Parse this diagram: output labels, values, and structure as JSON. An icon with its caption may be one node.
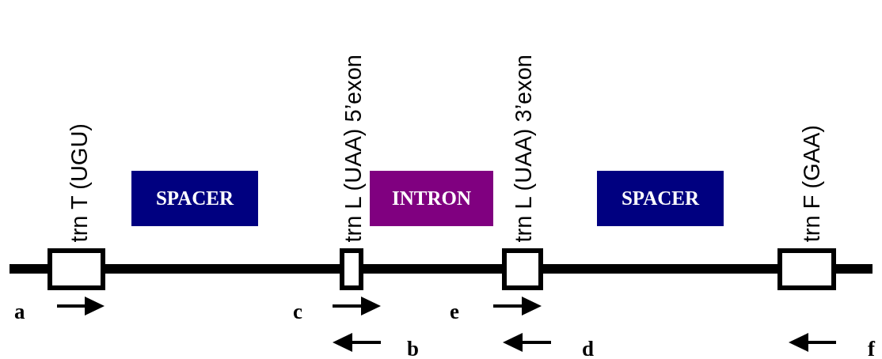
{
  "diagram": {
    "nodes": [
      {
        "text": [
          "trn T (UGU)"
        ]
      },
      {
        "text": [
          "SPACER"
        ]
      },
      {
        "text": [
          "trn L (UAA) 5’exon"
        ]
      },
      {
        "text": [
          "INTRON"
        ]
      },
      {
        "text": [
          "trn L (UAA) 3’exon"
        ]
      },
      {
        "text": [
          "SPACER"
        ]
      },
      {
        "text": [
          "trn F (GAA)"
        ]
      }
    ],
    "edges": [
      {
        "from": null,
        "to": 0,
        "arrow": "none"
      },
      {
        "from": 0,
        "to": 2,
        "arrow": "none"
      },
      {
        "from": 2,
        "to": 4,
        "arrow": "none"
      },
      {
        "from": 4,
        "to": 6,
        "arrow": "none"
      },
      {
        "from": 6,
        "to": null,
        "arrow": "none"
      }
    ],
    "labels": [
      "a",
      "c",
      "e",
      "b",
      "d",
      "f"
    ]
  }
}
